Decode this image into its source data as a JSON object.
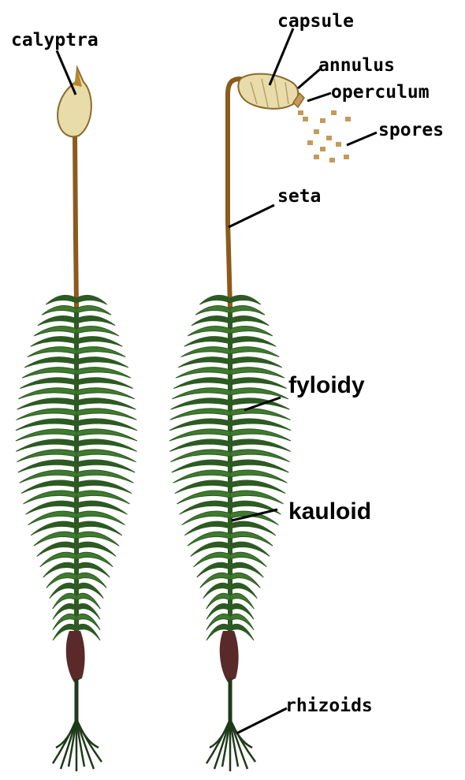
{
  "labels": {
    "calyptra": "calyptra",
    "capsule": "capsule",
    "annulus": "annulus",
    "operculum": "operculum",
    "spores": "spores",
    "seta": "seta",
    "fyloidy": "fyloidy",
    "kauloid": "kauloid",
    "rhizoids": "rhizoids"
  },
  "colors": {
    "leaf": "#3f7a2f",
    "leaf_dark": "#2c5a22",
    "stalk": "#8b5a1c",
    "capsule": "#e8dcaa",
    "spore": "#c49a5a",
    "rhizoid": "#1f3a1a",
    "base": "#5a2a2a"
  }
}
